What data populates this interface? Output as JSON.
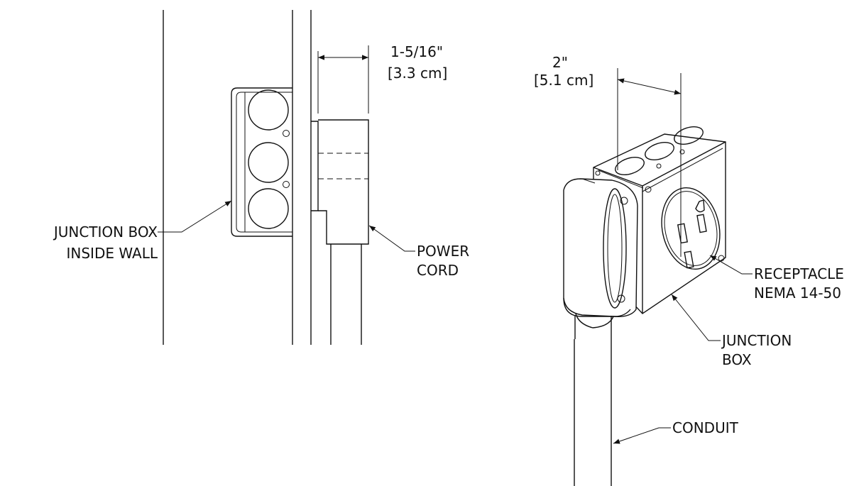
{
  "labels": {
    "dim_left_imperial": "1-5/16\"",
    "dim_left_metric": "[3.3 cm]",
    "dim_right_imperial": "2\"",
    "dim_right_metric": "[5.1 cm]",
    "junction_box_inside_wall_1": "JUNCTION BOX",
    "junction_box_inside_wall_2": "INSIDE WALL",
    "power_cord_1": "POWER",
    "power_cord_2": "CORD",
    "receptacle_1": "RECEPTACLE",
    "receptacle_2": "NEMA 14-50",
    "junction_box_1": "JUNCTION",
    "junction_box_2": "BOX",
    "conduit": "CONDUIT"
  },
  "colors": {
    "line": "#111111",
    "background": "#ffffff"
  }
}
